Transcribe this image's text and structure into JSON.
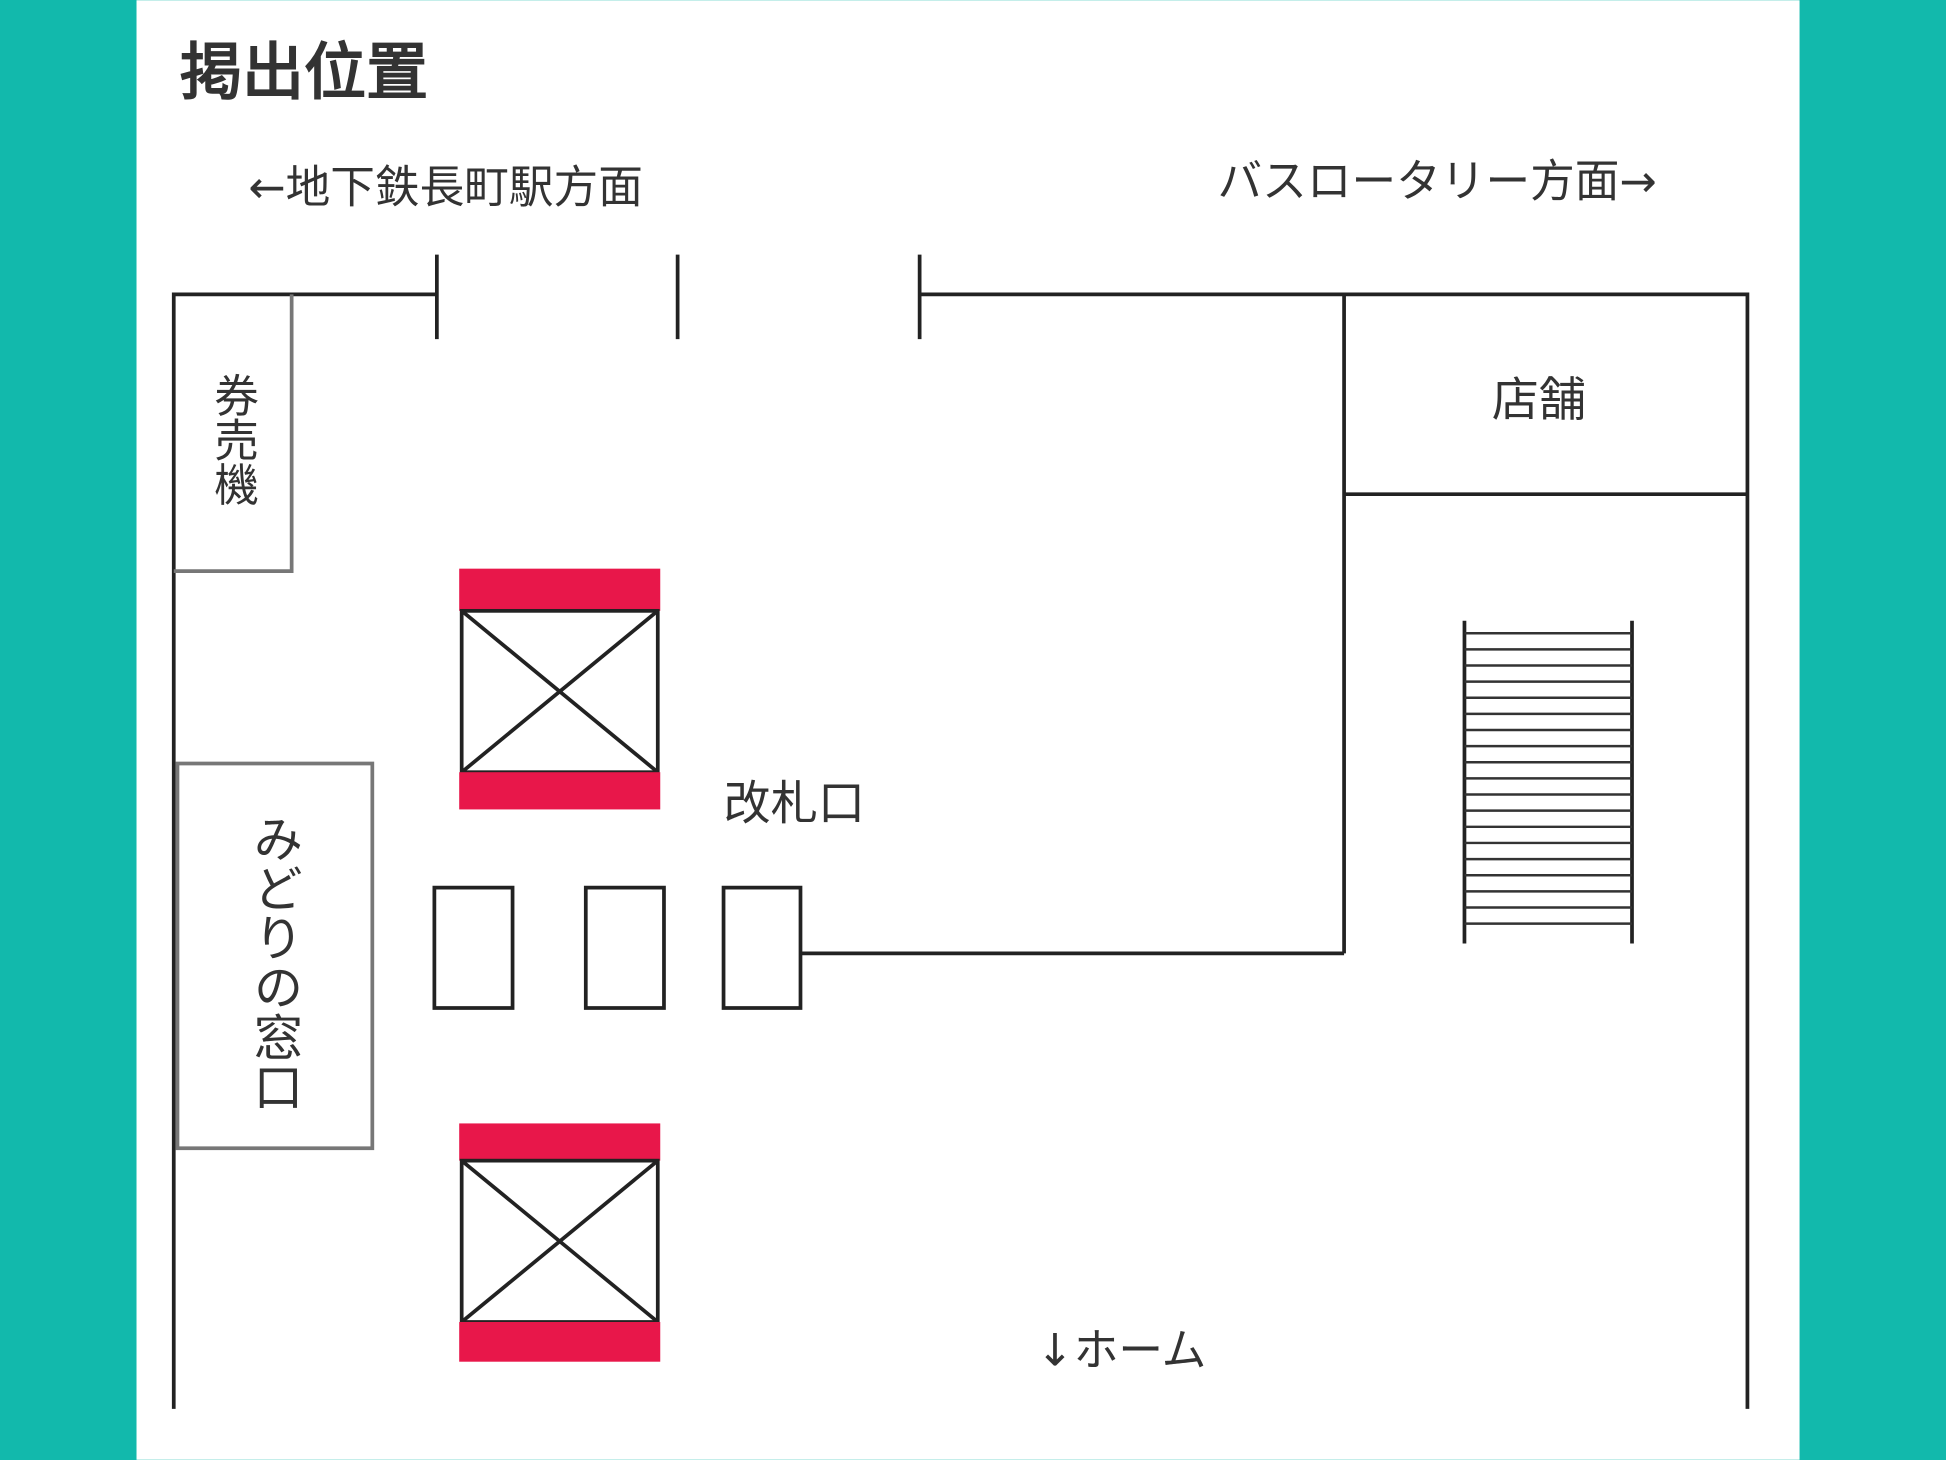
{
  "title": "掲出位置",
  "directions": {
    "left": "←地下鉄長町駅方面",
    "right": "バスロータリー方面→",
    "bottom": "↓ホーム"
  },
  "labels": {
    "ticket_machine": "券売機",
    "store": "店舗",
    "ticket_gate": "改札口",
    "midori_window": "みどりの窓口"
  },
  "colors": {
    "background": "#12b9ac",
    "poster_marker": "#e8174a"
  }
}
